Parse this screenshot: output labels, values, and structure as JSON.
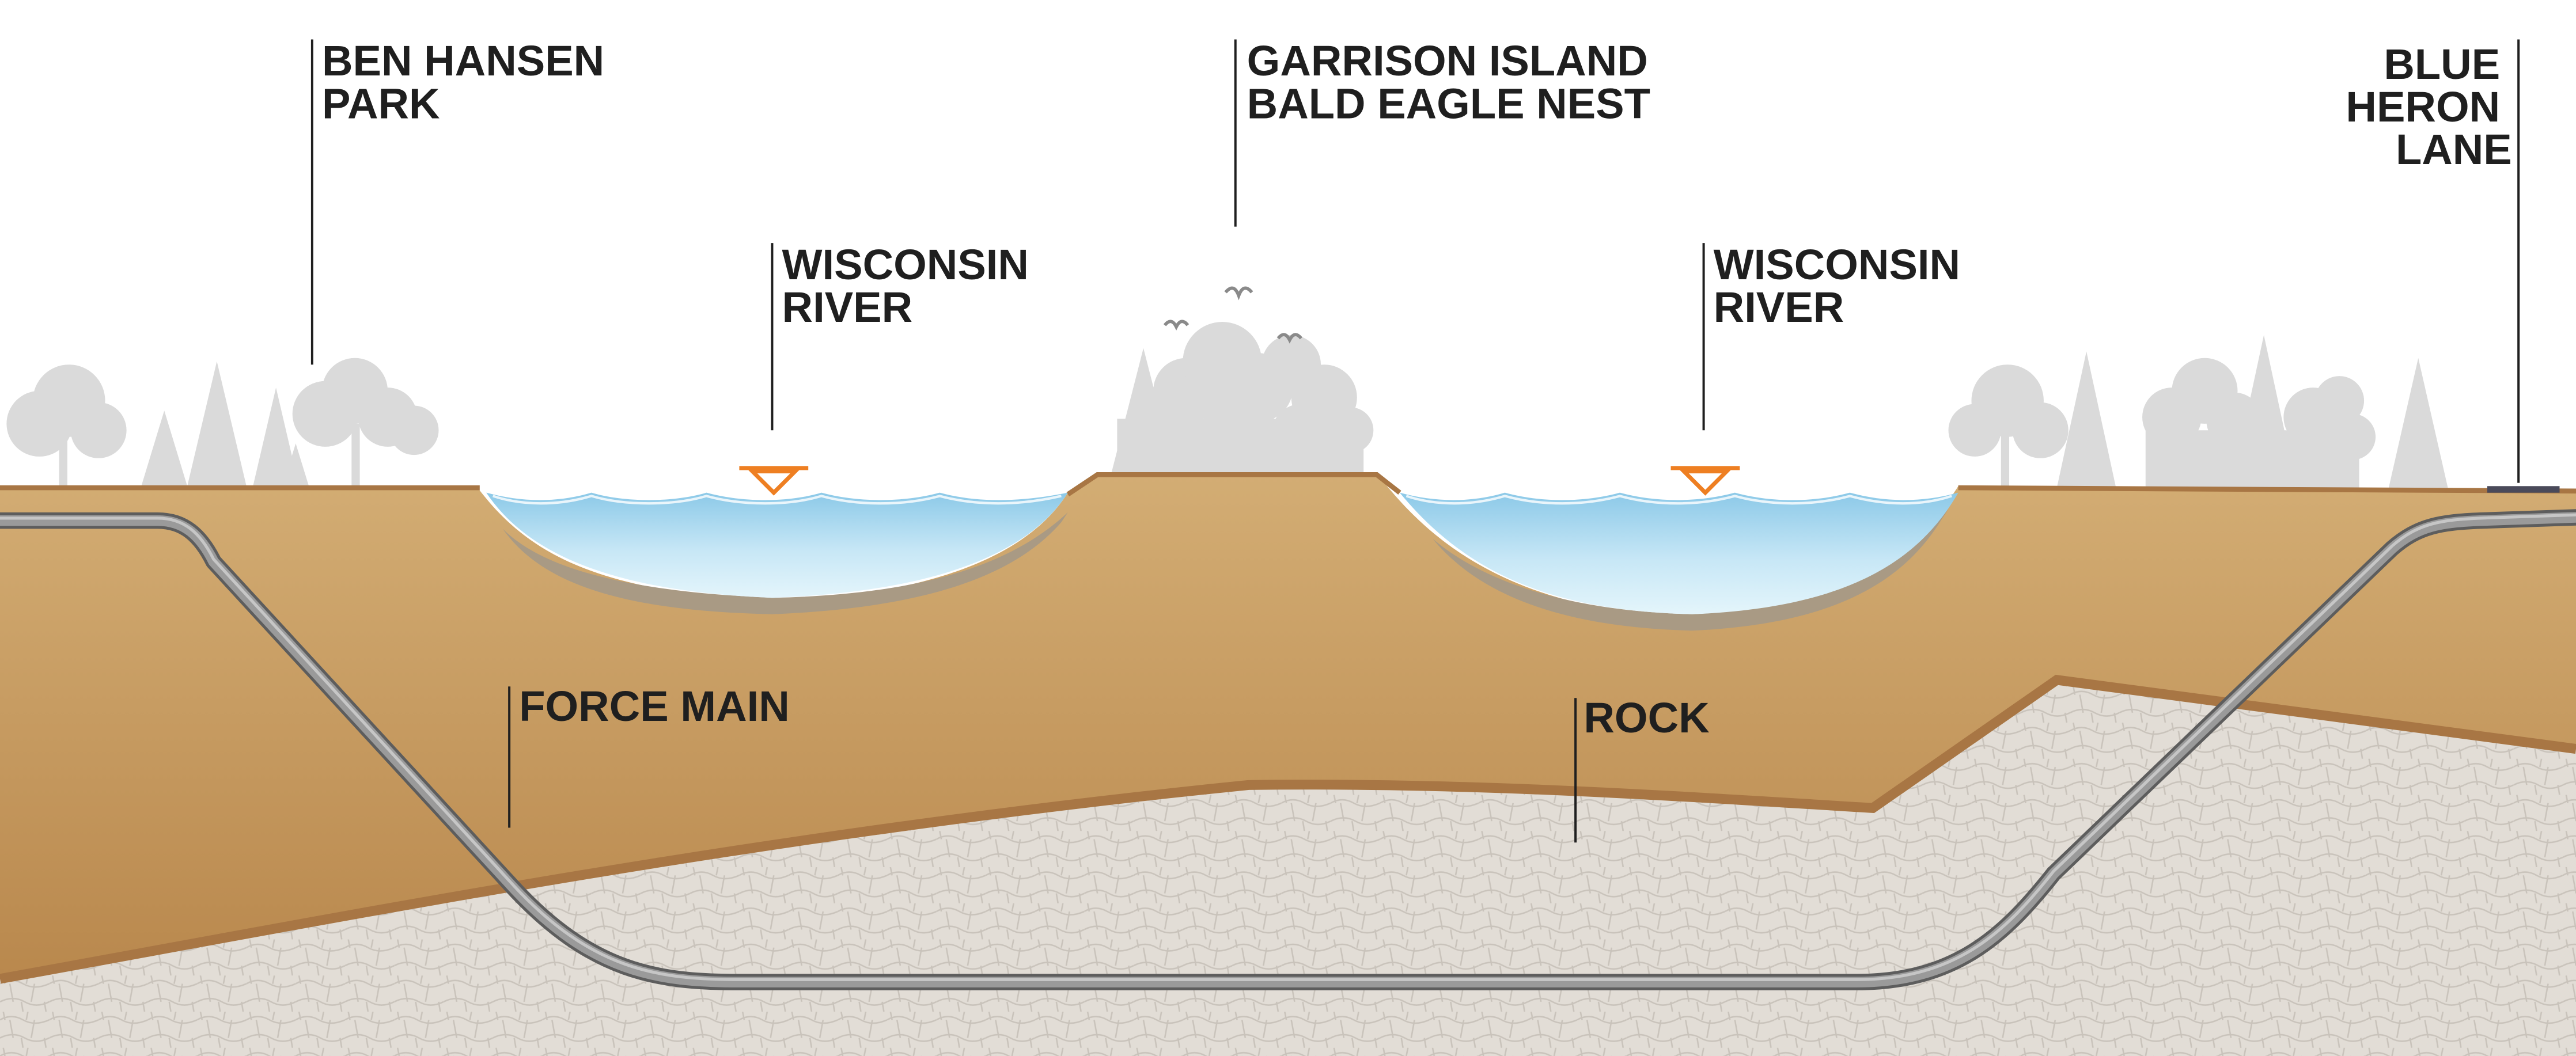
{
  "labels": {
    "ben_hansen_park": [
      "BEN HANSEN",
      "PARK"
    ],
    "garrison_island": [
      "GARRISON ISLAND",
      "BALD EAGLE NEST"
    ],
    "blue_heron_lane": [
      "BLUE",
      "HERON",
      "LANE"
    ],
    "wisconsin_river_left": [
      "WISCONSIN",
      "RIVER"
    ],
    "wisconsin_river_right": [
      "WISCONSIN",
      "RIVER"
    ],
    "force_main": [
      "FORCE MAIN"
    ],
    "rock": [
      "ROCK"
    ]
  },
  "colors": {
    "sky": "#ffffff",
    "soil_top": "#d3ad74",
    "soil_bottom": "#b9884d",
    "soil_edge": "#a87644",
    "rock_fill": "#e2ddd6",
    "rock_line": "#c9c3bb",
    "water_top": "#8cc9e8",
    "water_bottom": "#dcf1fa",
    "riverbed": "#a99a84",
    "trees": "#dadada",
    "pipe": "#8d8d8d",
    "pipe_edge": "#5d5d5d",
    "water_symbol": "#ee7f22",
    "text": "#1f1f1f"
  }
}
